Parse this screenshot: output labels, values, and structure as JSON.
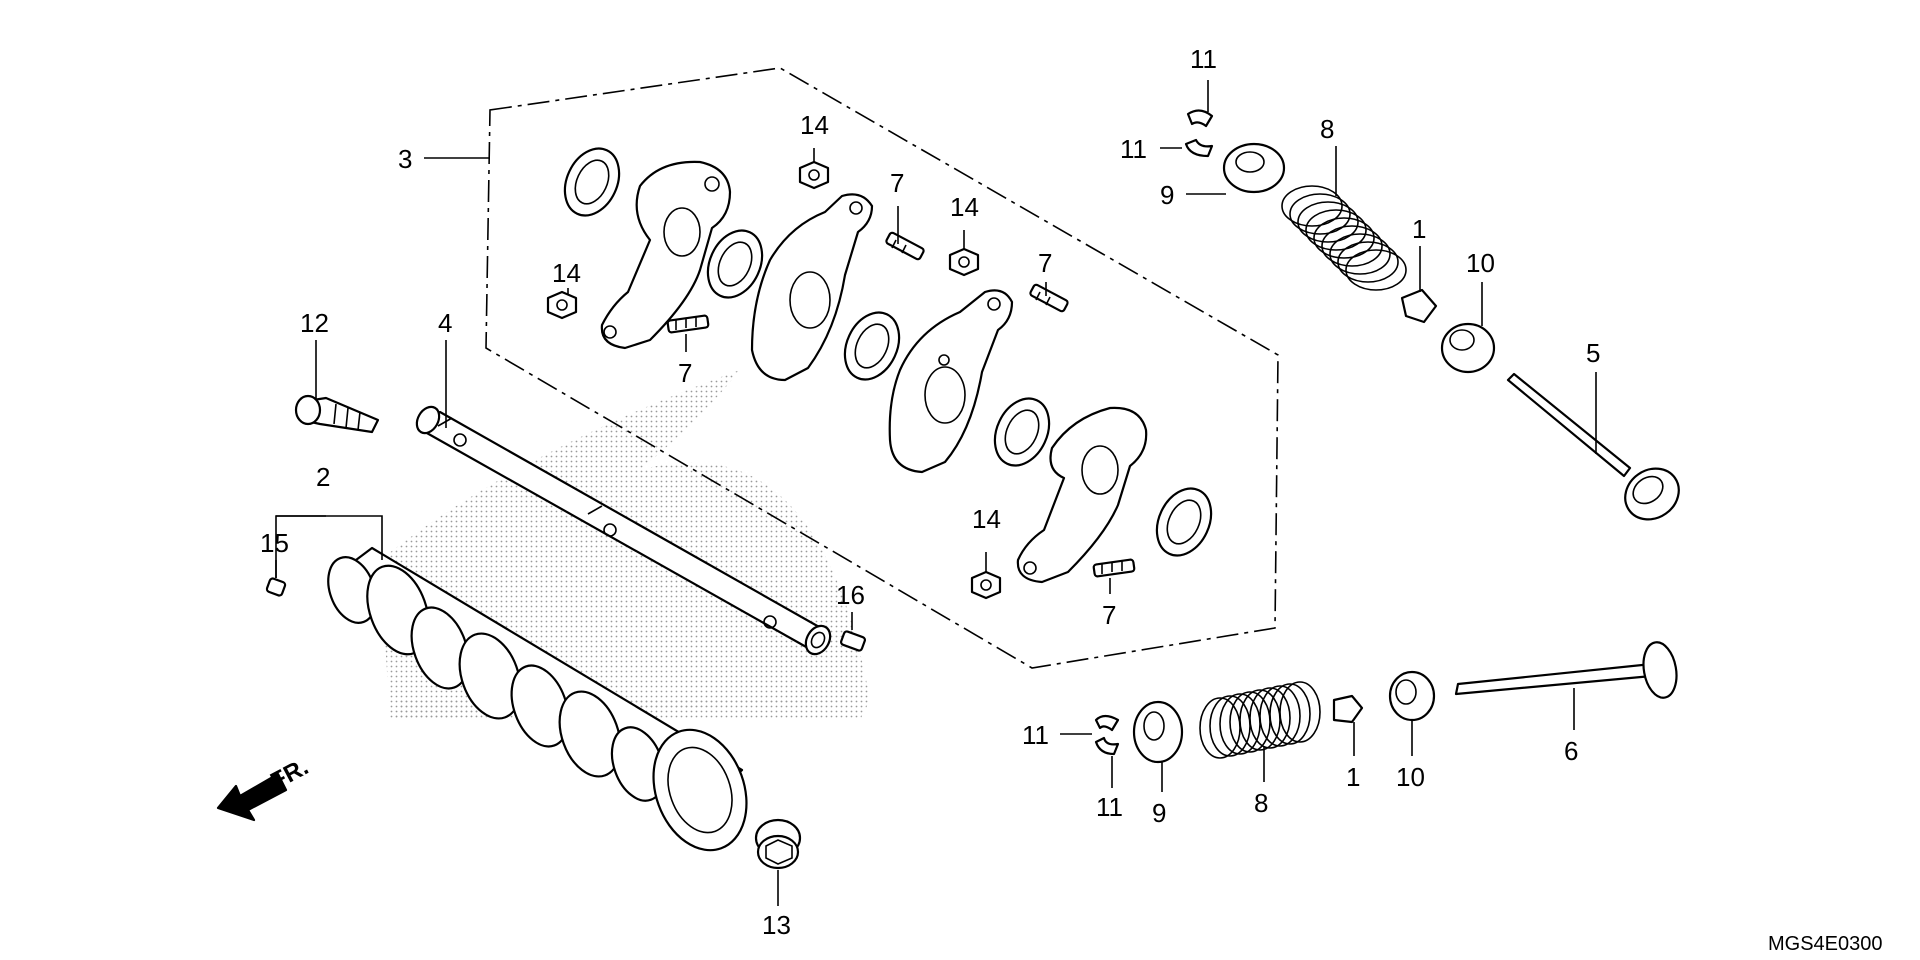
{
  "diagram": {
    "drawing_code": "MGS4E0300",
    "direction_label": "FR.",
    "callouts": {
      "c1a": "1",
      "c1b": "1",
      "c2": "2",
      "c3": "3",
      "c4": "4",
      "c5": "5",
      "c6": "6",
      "c7a": "7",
      "c7b": "7",
      "c7c": "7",
      "c7d": "7",
      "c8a": "8",
      "c8b": "8",
      "c9a": "9",
      "c9b": "9",
      "c10a": "10",
      "c10b": "10",
      "c11a": "11",
      "c11b": "11",
      "c11c": "11",
      "c11d": "11",
      "c12": "12",
      "c13": "13",
      "c14a": "14",
      "c14b": "14",
      "c14c": "14",
      "c14d": "14",
      "c15": "15",
      "c16": "16"
    }
  }
}
